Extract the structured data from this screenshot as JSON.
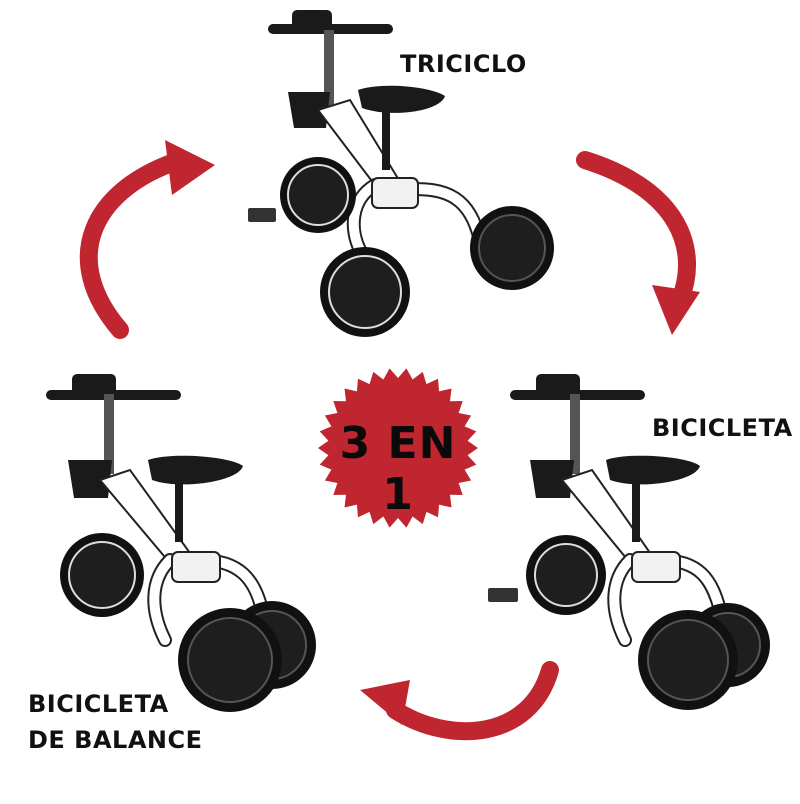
{
  "labels": {
    "triciclo": "TRICICLO",
    "bicicleta": "BICICLETA",
    "balance_line1": "BICICLETA",
    "balance_line2": "DE BALANCE"
  },
  "badge": {
    "text": "3 EN 1"
  },
  "colors": {
    "accent": "#c0262f",
    "frame": "#ffffff",
    "tire": "#111111",
    "outline": "#1a1a1a"
  }
}
